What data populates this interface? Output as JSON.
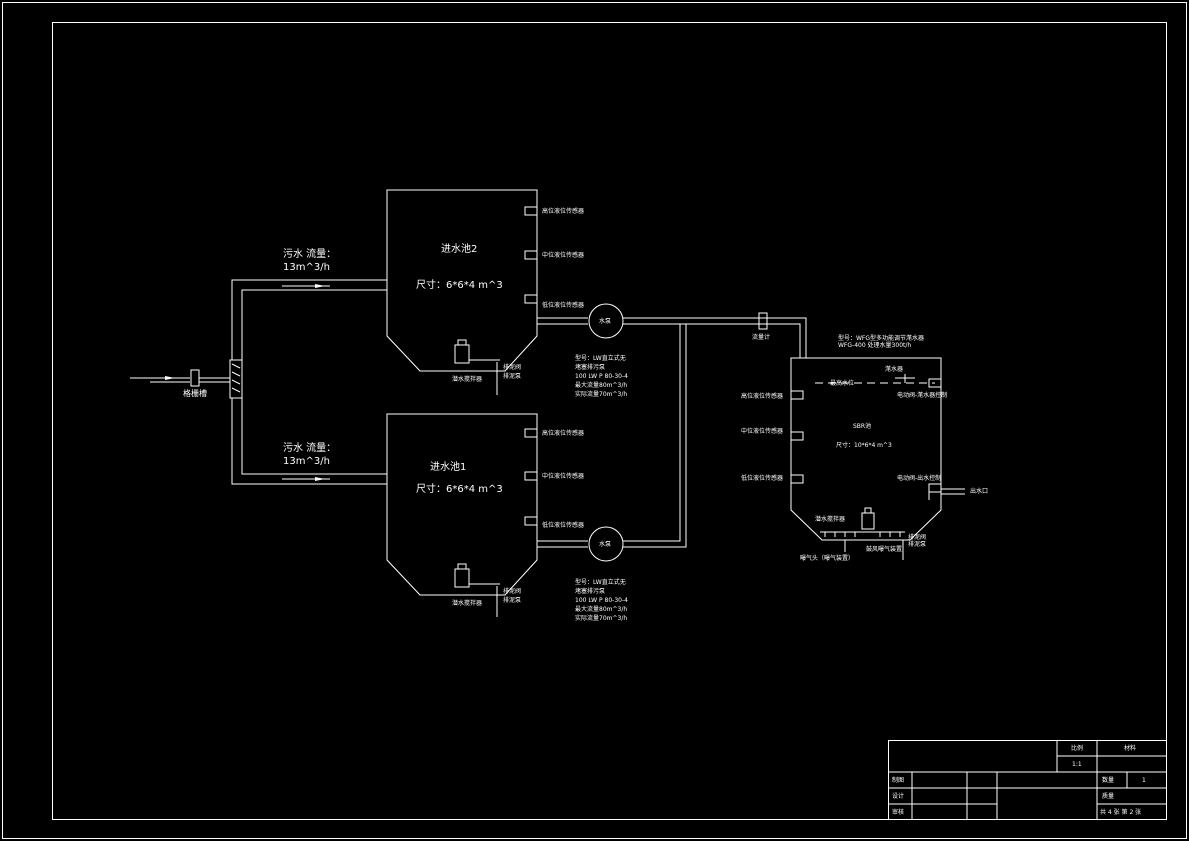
{
  "inlet": {
    "label": "格栅槽"
  },
  "tank2": {
    "title": "进水池2",
    "size": "尺寸：6*6*4 m^3",
    "sensors": [
      "高位液位传感器",
      "中位液位传感器",
      "低位液位传感器"
    ],
    "mixer": "潜水搅拌器",
    "outlet": "排泥阀",
    "outlet2": "排泥泵"
  },
  "tank1": {
    "title": "进水池1",
    "size": "尺寸：6*6*4 m^3",
    "sensors": [
      "高位液位传感器",
      "中位液位传感器",
      "低位液位传感器"
    ],
    "mixer": "潜水搅拌器",
    "outlet": "排泥阀",
    "outlet2": "排泥泵"
  },
  "flow_top": {
    "line1": "污水  流量：",
    "line2": "13m^3/h"
  },
  "flow_bottom": {
    "line1": "污水  流量：",
    "line2": "13m^3/h"
  },
  "pump_top": {
    "label": "水泵",
    "spec": [
      "型号：LW直立式无",
      "堵塞排污泵",
      "100 LW P 80-30-4",
      "最大流量80m^3/h",
      "实际流量70m^3/h"
    ]
  },
  "pump_bottom": {
    "label": "水泵",
    "spec": [
      "型号：LW直立式无",
      "堵塞排污泵",
      "100 LW P 80-30-4",
      "最大流量80m^3/h",
      "实际流量70m^3/h"
    ]
  },
  "meter": {
    "label": "流量计"
  },
  "sbr": {
    "note1": "型号：WFG型多功能调节滗水器",
    "note2": "WFG-400 处理水量300t/h",
    "decanter": "滗水器",
    "level": "最高水位",
    "motor": "电动阀-滗水器控制",
    "sensors": [
      "高位液位传感器",
      "中位液位传感器",
      "低位液位传感器"
    ],
    "name": "SBR池",
    "size": "尺寸：10*6*4 m^3",
    "valve": "电动阀-出水控制",
    "outlet": "出水口",
    "mixer": "潜水搅拌器",
    "aerator": "曝气头（曝气装置）",
    "sludge_valve": "排泥阀",
    "sludge_pump": "排泥泵",
    "blower": "鼓风曝气装置"
  },
  "titleblock": {
    "scale_label": "比例",
    "scale_value": "1:1",
    "material_label": "材料",
    "drawn": "制图",
    "design": "设计",
    "review": "审核",
    "qty_label": "数量",
    "qty_value": "1",
    "weight_label": "质量",
    "sheet": "共 4 张  第 2 张"
  }
}
